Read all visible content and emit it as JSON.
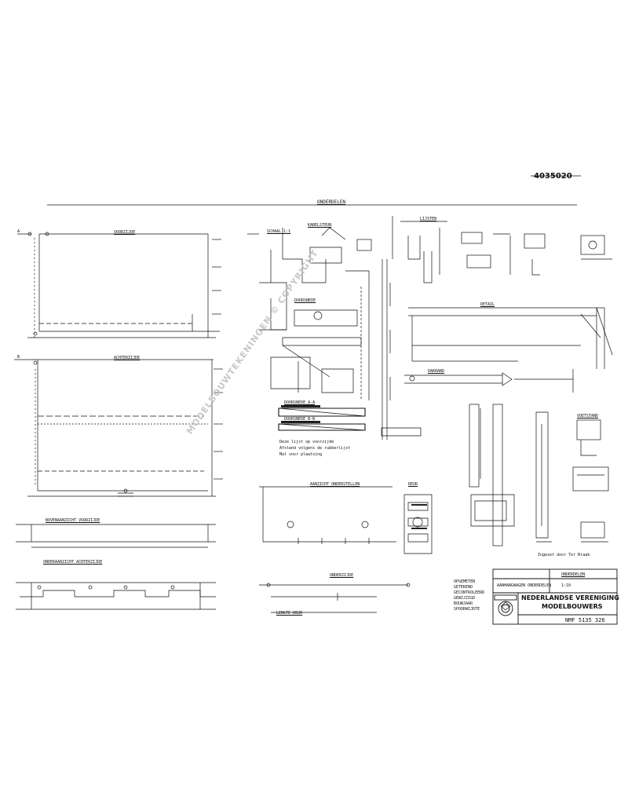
{
  "drawing_number_handwritten": "4035020",
  "title": "ONDERDELEN",
  "watermark": "MODELBOUWTEKENINGEN © COPYRIGHT",
  "views": {
    "top_left": "VOORZIJDE",
    "middle_left": "ACHTERZIJDE",
    "bottom_left": "BOVENAANZICHT VOORZIJDE",
    "bottom_left_2": "ONDERAANZICHT ACHTERZIJDE",
    "lower_mid": "ONDERZIJDE",
    "aanzicht": "AANZICHT ONDERSTELLEN",
    "lijsten": "LIJSTEN",
    "kabelsteun": "KABELSTEUN",
    "doorsnede": "DOORSNEDE",
    "deur": "DEUR",
    "detail": "DETAIL",
    "dakrand": "DAKRAND",
    "voetrand": "VOETSTAND",
    "lengte_deur": "LENGTE DEUR"
  },
  "small_labels": {
    "scale_a": "A",
    "scale_b": "B",
    "sect1": "SCHAAL 1:1",
    "sect2": "DOORSNEDE A-A",
    "sect3": "DOORSNEDE B-B",
    "note1": "Deze lijst op voorzijde",
    "note2": "Afstand volgens de rubberlijst",
    "note3": "Mal voor plaatsing",
    "note4": "Ingezet door Ter Braak"
  },
  "title_block": {
    "side_list": [
      "OPGEMETEN",
      "GETEKEND",
      "GECONTROLEERD",
      "GEWIJZIGD",
      "BOUWJAAR",
      "SPOORWIJDTE"
    ],
    "drawing_desc": "AANHANGWAGEN ONDERDELEN",
    "scale": "1:10",
    "org_line1": "NEDERLANDSE VERENIGING",
    "org_line2": "MODELBOUWERS",
    "ref": "NMF 5135 326",
    "header_tag": "ONDERDELEN"
  }
}
